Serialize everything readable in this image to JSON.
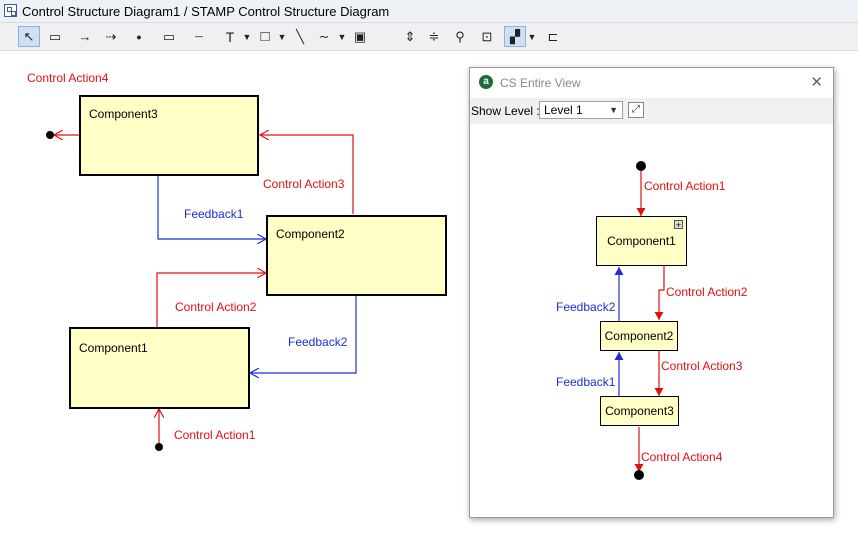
{
  "window": {
    "title": "Control Structure Diagram1 / STAMP Control Structure Diagram"
  },
  "toolbar": {
    "tools": [
      {
        "icon": "select-arrow-icon",
        "glyph": "↖"
      },
      {
        "icon": "component-tool-icon",
        "glyph": "▭"
      },
      {
        "icon": "arrow-tool-icon",
        "glyph": "→"
      },
      {
        "icon": "dashed-arrow-tool-icon",
        "glyph": "⇢"
      },
      {
        "icon": "dot-tool-icon",
        "glyph": "●"
      },
      {
        "icon": "note-tool-icon",
        "glyph": "▭"
      },
      {
        "icon": "dotted-line-tool-icon",
        "glyph": "┈"
      },
      {
        "icon": "text-tool-icon",
        "glyph": "T"
      },
      {
        "icon": "rectangle-tool-icon",
        "glyph": "□"
      },
      {
        "icon": "line-tool-icon",
        "glyph": "╲"
      },
      {
        "icon": "curve-tool-icon",
        "glyph": "∼"
      },
      {
        "icon": "image-tool-icon",
        "glyph": "▣"
      },
      {
        "icon": "vertical-spacing-icon",
        "glyph": "⇕"
      },
      {
        "icon": "align-center-icon",
        "glyph": "≑"
      },
      {
        "icon": "pin-icon",
        "glyph": "⚲"
      },
      {
        "icon": "fit-icon",
        "glyph": "⊡"
      },
      {
        "icon": "line-style-icon",
        "glyph": "▞"
      },
      {
        "icon": "layout-icon",
        "glyph": "⊏"
      }
    ]
  },
  "diagram": {
    "components": [
      "Component3",
      "Component2",
      "Component1"
    ],
    "labels": {
      "ca4": "Control Action4",
      "ca3": "Control Action3",
      "ca2": "Control Action2",
      "ca1": "Control Action1",
      "fb1": "Feedback1",
      "fb2": "Feedback2"
    },
    "colors": {
      "control": "#e01010",
      "feedback": "#1a2fd6",
      "box_fill": "#ffffc6"
    }
  },
  "entire_view": {
    "title": "CS Entire View",
    "close": "✕",
    "show_level_label": "Show Level :",
    "level_value": "Level 1",
    "components": [
      "Component1",
      "Component2",
      "Component3"
    ],
    "labels": {
      "ca1": "Control Action1",
      "ca2": "Control Action2",
      "ca3": "Control Action3",
      "ca4": "Control Action4",
      "fb2": "Feedback2",
      "fb1": "Feedback1"
    }
  }
}
